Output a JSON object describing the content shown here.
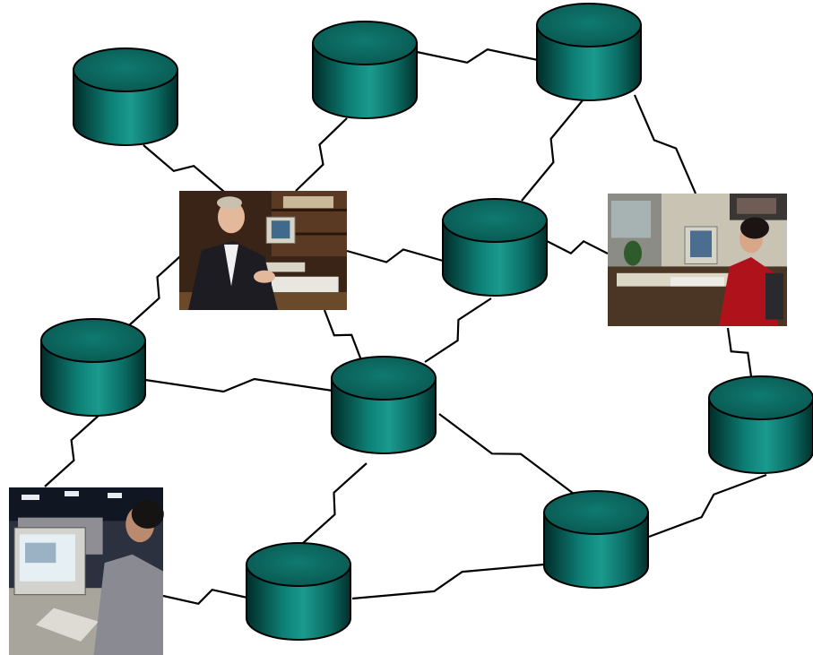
{
  "colors": {
    "background": "#ffffff",
    "link": "#000000",
    "db_side_dark": "#023b37",
    "db_side_mid": "#0a7a70",
    "db_side_light": "#1b9a8e",
    "db_top": "#0e6b63",
    "db_outline": "#000000"
  },
  "nodes": [
    {
      "id": "db-top-left",
      "kind": "database"
    },
    {
      "id": "db-top-center",
      "kind": "database"
    },
    {
      "id": "db-top-right",
      "kind": "database"
    },
    {
      "id": "db-center",
      "kind": "database"
    },
    {
      "id": "db-left",
      "kind": "database"
    },
    {
      "id": "db-middle",
      "kind": "database"
    },
    {
      "id": "db-right",
      "kind": "database"
    },
    {
      "id": "db-lower-right",
      "kind": "database"
    },
    {
      "id": "db-bottom",
      "kind": "database"
    },
    {
      "id": "ws-man",
      "kind": "workstation",
      "icon": "businessman-at-computer-photo"
    },
    {
      "id": "ws-woman-right",
      "kind": "workstation",
      "icon": "woman-at-desk-computer-photo"
    },
    {
      "id": "ws-woman-left",
      "kind": "workstation",
      "icon": "woman-at-terminal-photo"
    }
  ],
  "links": [
    {
      "from": "db-top-left",
      "to": "ws-man"
    },
    {
      "from": "ws-man",
      "to": "db-top-center"
    },
    {
      "from": "db-top-center",
      "to": "db-top-right"
    },
    {
      "from": "db-top-right",
      "to": "db-center"
    },
    {
      "from": "db-top-right",
      "to": "ws-woman-right"
    },
    {
      "from": "ws-man",
      "to": "db-center"
    },
    {
      "from": "db-center",
      "to": "ws-woman-right"
    },
    {
      "from": "ws-man",
      "to": "db-left"
    },
    {
      "from": "ws-man",
      "to": "db-middle"
    },
    {
      "from": "db-center",
      "to": "db-middle"
    },
    {
      "from": "db-left",
      "to": "db-middle"
    },
    {
      "from": "db-left",
      "to": "ws-woman-left"
    },
    {
      "from": "ws-woman-right",
      "to": "db-right"
    },
    {
      "from": "db-middle",
      "to": "db-lower-right"
    },
    {
      "from": "db-middle",
      "to": "db-bottom"
    },
    {
      "from": "db-right",
      "to": "db-lower-right"
    },
    {
      "from": "ws-woman-left",
      "to": "db-bottom"
    },
    {
      "from": "db-bottom",
      "to": "db-lower-right"
    }
  ]
}
